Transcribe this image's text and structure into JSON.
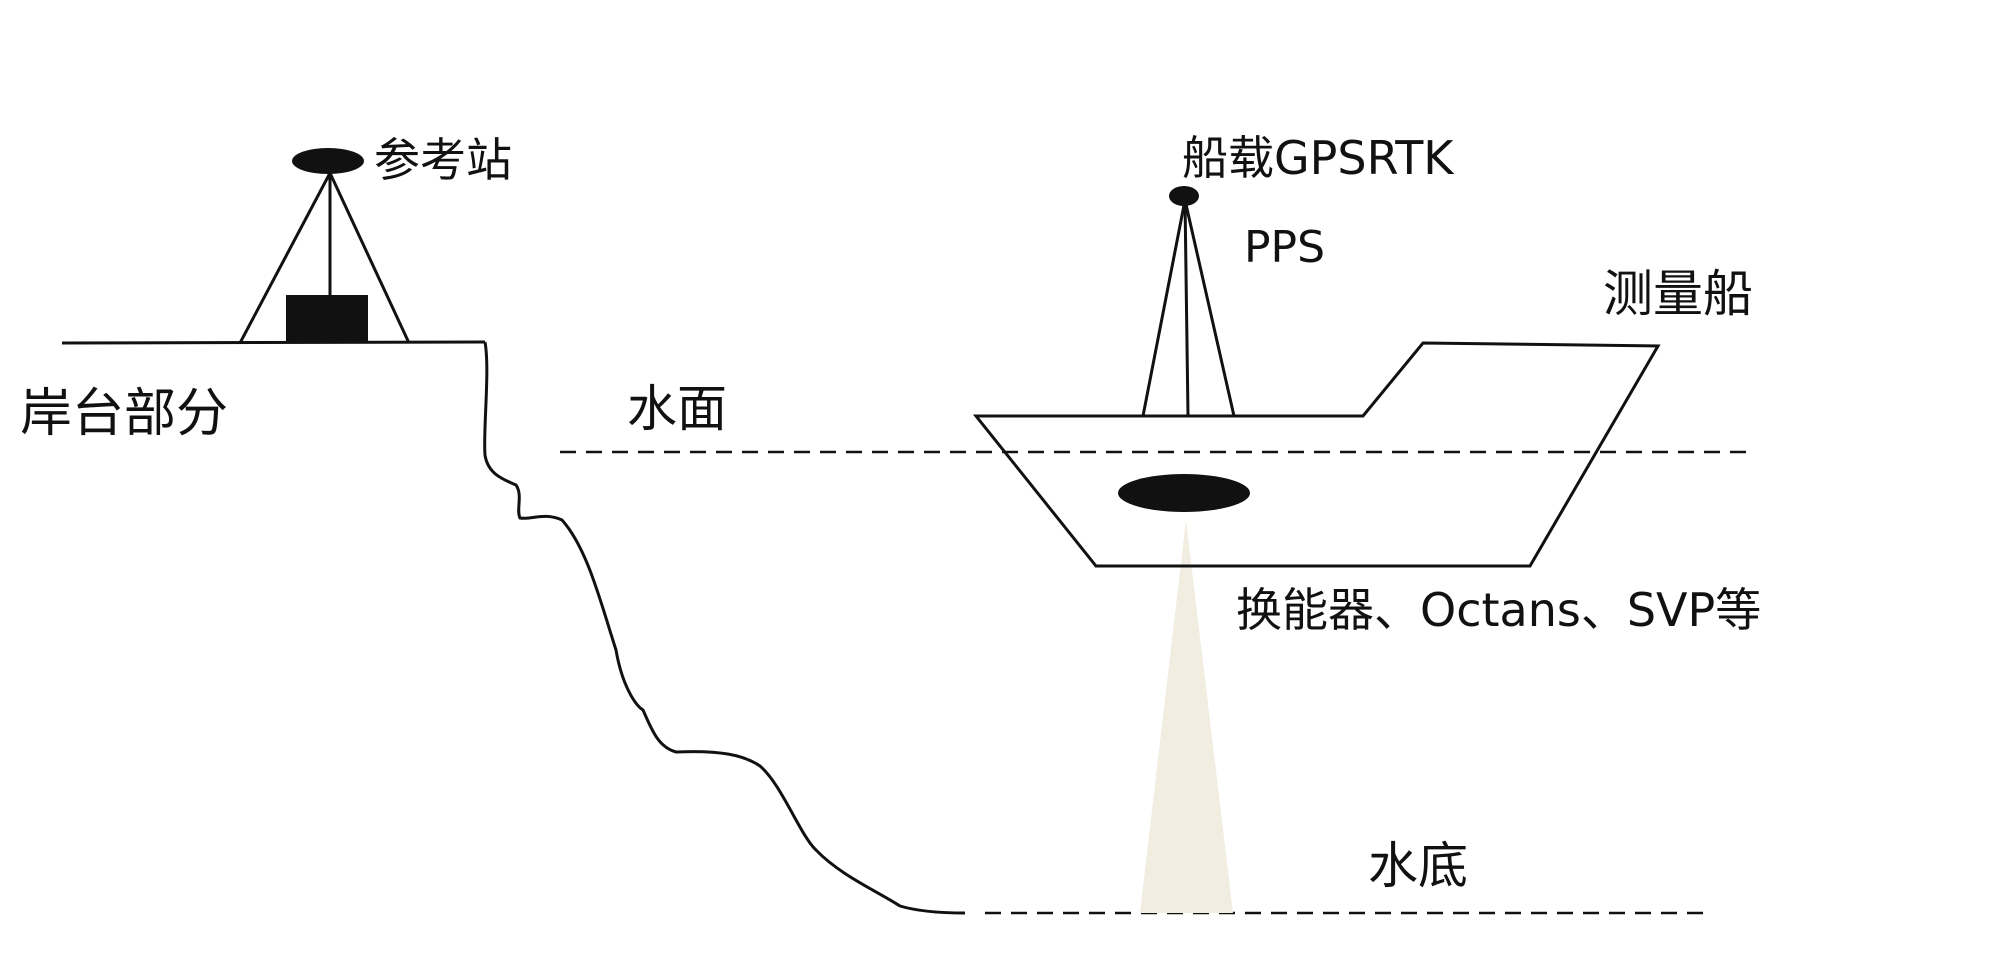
{
  "labels": {
    "reference_station": "参考站",
    "shore_part": "岸台部分",
    "ship_gps": "船载GPSRTK",
    "pps": "PPS",
    "survey_ship": "测量船",
    "water_surface": "水面",
    "transducer": "换能器、Octans、SVP等",
    "water_bottom": "水底"
  },
  "colors": {
    "ink": "#111111",
    "beam": "#f1ede1",
    "background": "#ffffff"
  }
}
